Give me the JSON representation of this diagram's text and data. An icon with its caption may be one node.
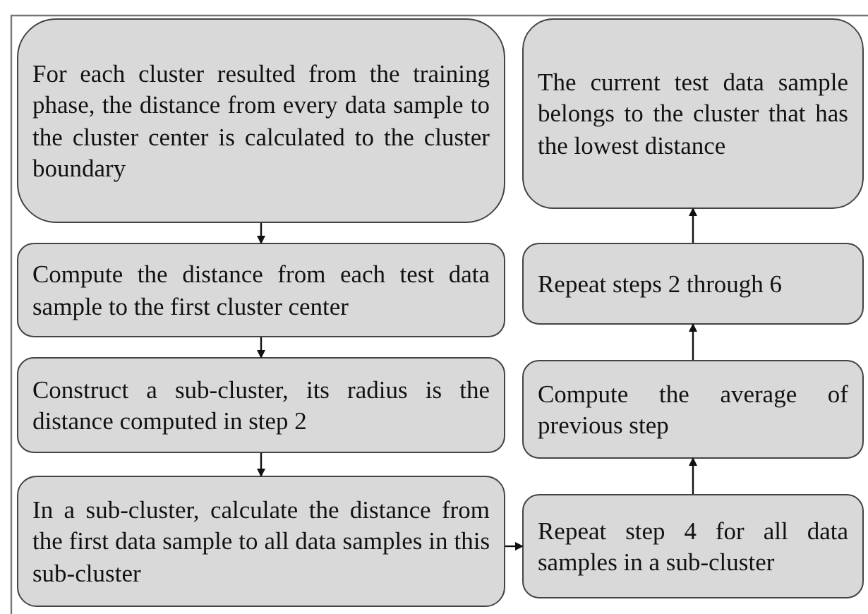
{
  "diagram": {
    "nodes": [
      {
        "text": [
          "For each cluster resulted from the training phase, the distance from every data sample to the cluster center is calculated to the cluster boundary"
        ]
      },
      {
        "text": [
          "Compute the distance from each test data sample to the first cluster center"
        ]
      },
      {
        "text": [
          "Construct a sub-cluster, its radius is the distance computed in step 2"
        ]
      },
      {
        "text": [
          "In a sub-cluster, calculate the distance from the first data sample to all data samples in this sub-cluster"
        ]
      },
      {
        "text": [
          "The current test data sample belongs to the cluster that has the lowest distance"
        ]
      },
      {
        "text": [
          "Repeat steps 2 through 6"
        ]
      },
      {
        "text": [
          "Compute the average of previous step"
        ]
      },
      {
        "text": [
          "Repeat step 4 for all data samples in a sub-cluster"
        ]
      }
    ],
    "edges": [
      {
        "from": 0,
        "to": 1,
        "arrow": "to"
      },
      {
        "from": 1,
        "to": 2,
        "arrow": "to"
      },
      {
        "from": 2,
        "to": 3,
        "arrow": "to"
      },
      {
        "from": 3,
        "to": 7,
        "arrow": "to"
      },
      {
        "from": 7,
        "to": 6,
        "arrow": "to"
      },
      {
        "from": 6,
        "to": 5,
        "arrow": "to"
      },
      {
        "from": 5,
        "to": 4,
        "arrow": "to"
      }
    ]
  }
}
